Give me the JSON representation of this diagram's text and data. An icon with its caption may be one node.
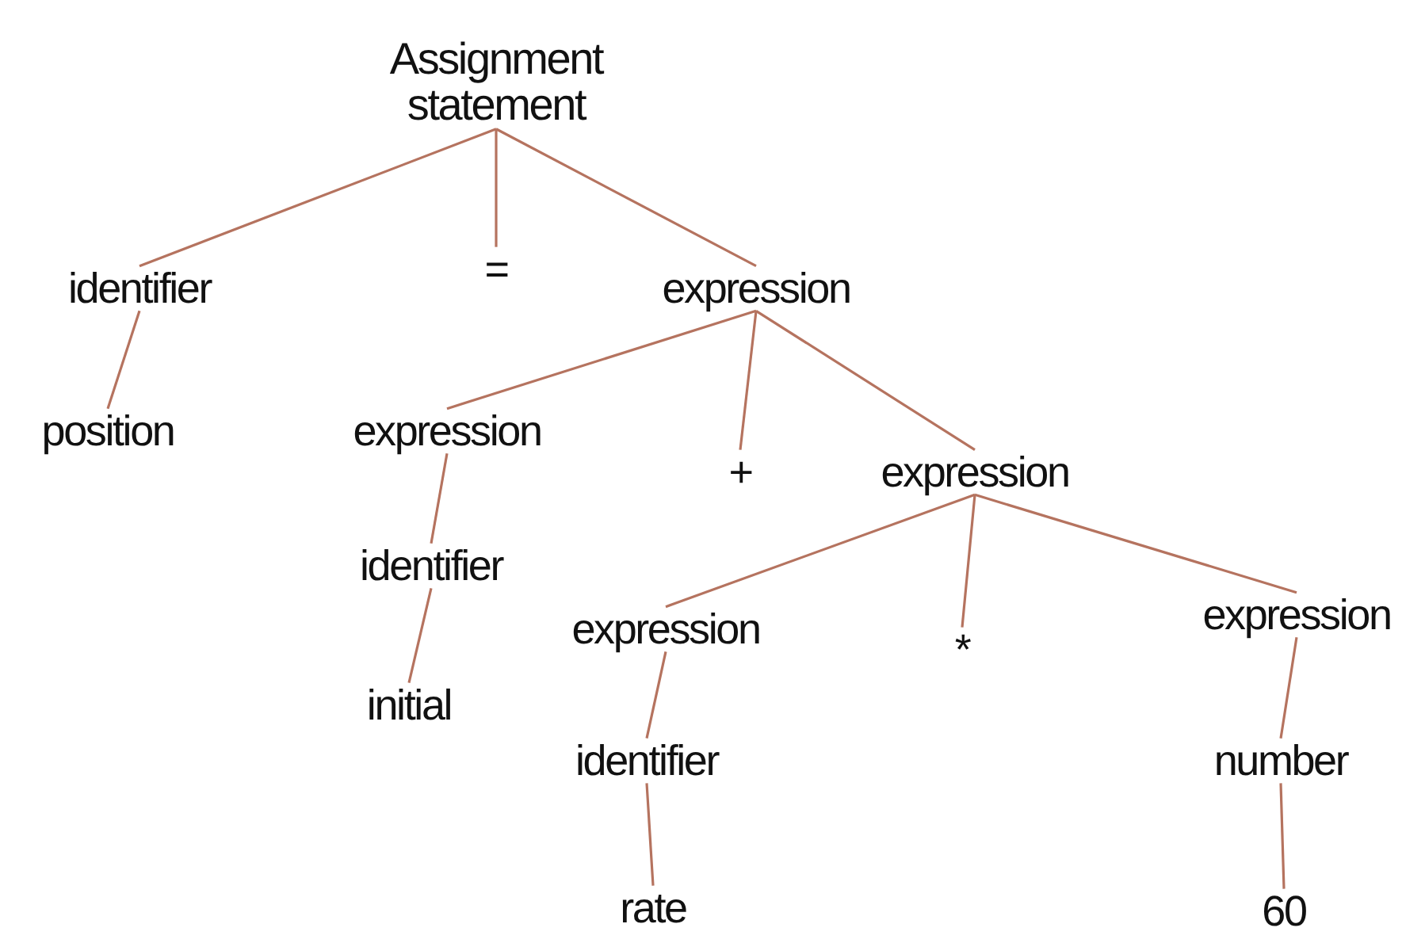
{
  "diagram": {
    "nodes": [
      {
        "text": [
          "Assignment statement"
        ]
      },
      {
        "text": [
          "identifier"
        ]
      },
      {
        "text": [
          "="
        ]
      },
      {
        "text": [
          "expression"
        ]
      },
      {
        "text": [
          "position"
        ]
      },
      {
        "text": [
          "expression"
        ]
      },
      {
        "text": [
          "+"
        ]
      },
      {
        "text": [
          "expression"
        ]
      },
      {
        "text": [
          "identifier"
        ]
      },
      {
        "text": [
          "expression"
        ]
      },
      {
        "text": [
          "*"
        ]
      },
      {
        "text": [
          "expression"
        ]
      },
      {
        "text": [
          "initial"
        ]
      },
      {
        "text": [
          "identifier"
        ]
      },
      {
        "text": [
          "number"
        ]
      },
      {
        "text": [
          "rate"
        ]
      },
      {
        "text": [
          "60"
        ]
      }
    ],
    "edges": [
      {
        "from": 0,
        "to": 1,
        "arrow": "none"
      },
      {
        "from": 0,
        "to": 2,
        "arrow": "none"
      },
      {
        "from": 0,
        "to": 3,
        "arrow": "none"
      },
      {
        "from": 1,
        "to": 4,
        "arrow": "none"
      },
      {
        "from": 3,
        "to": 5,
        "arrow": "none"
      },
      {
        "from": 3,
        "to": 6,
        "arrow": "none"
      },
      {
        "from": 3,
        "to": 7,
        "arrow": "none"
      },
      {
        "from": 5,
        "to": 8,
        "arrow": "none"
      },
      {
        "from": 8,
        "to": 12,
        "arrow": "none"
      },
      {
        "from": 7,
        "to": 9,
        "arrow": "none"
      },
      {
        "from": 7,
        "to": 10,
        "arrow": "none"
      },
      {
        "from": 7,
        "to": 11,
        "arrow": "none"
      },
      {
        "from": 9,
        "to": 13,
        "arrow": "none"
      },
      {
        "from": 13,
        "to": 15,
        "arrow": "none"
      },
      {
        "from": 11,
        "to": 14,
        "arrow": "none"
      },
      {
        "from": 14,
        "to": 16,
        "arrow": "none"
      }
    ]
  }
}
